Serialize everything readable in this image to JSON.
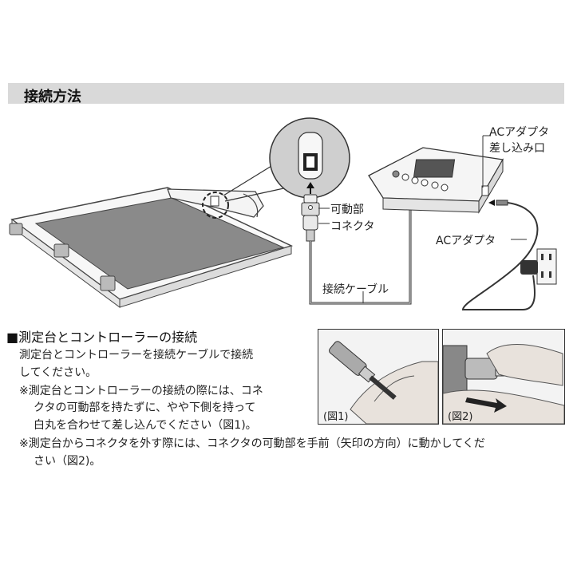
{
  "header": {
    "title": "接続方法"
  },
  "diagram": {
    "labels": {
      "ac_adapter_inlet_line1": "ACアダプタ",
      "ac_adapter_inlet_line2": "差し込み口",
      "movable_part": "可動部",
      "connector": "コネクタ",
      "ac_adapter": "ACアダプタ",
      "connection_cable": "接続ケーブル"
    }
  },
  "section": {
    "title": "■測定台とコントローラーの接続",
    "para_line1": "測定台とコントローラーを接続ケーブルで接続",
    "para_line2": "してください。",
    "note1_line1": "※測定台とコントローラーの接続の際には、コネ",
    "note1_line2": "クタの可動部を持たずに、やや下側を持って",
    "note1_line3": "白丸を合わせて差し込んでください（図1)。",
    "note2_line1": "※測定台からコネクタを外す際には、コネクタの可動部を手前（矢印の方向）に動かしてくだ",
    "note2_line2": "さい（図2)。"
  },
  "figures": {
    "fig1_label": "(図1)",
    "fig2_label": "(図2)"
  }
}
